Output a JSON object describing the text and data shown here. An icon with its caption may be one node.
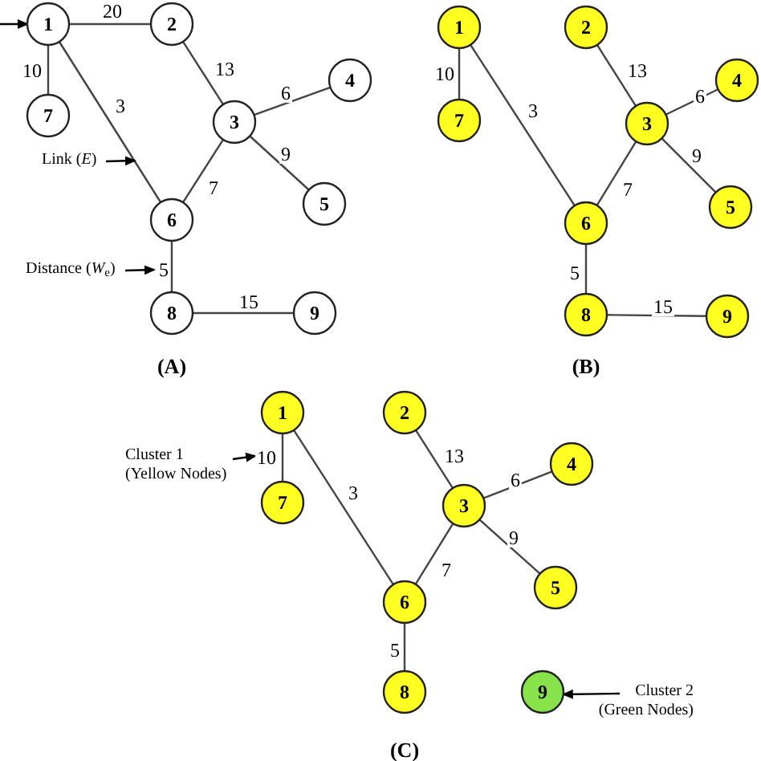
{
  "diagram": {
    "nodes": [
      {
        "text": [
          "1"
        ]
      },
      {
        "text": [
          "2"
        ]
      },
      {
        "text": [
          "3"
        ]
      },
      {
        "text": [
          "4"
        ]
      },
      {
        "text": [
          "5"
        ]
      },
      {
        "text": [
          "6"
        ]
      },
      {
        "text": [
          "7"
        ]
      },
      {
        "text": [
          "8"
        ]
      },
      {
        "text": [
          "9"
        ]
      },
      {
        "text": [
          "Link (*E*)"
        ]
      },
      {
        "text": [
          "Distance (*W*$_{e}$)"
        ]
      },
      {
        "text": [
          "1"
        ]
      },
      {
        "text": [
          "2"
        ]
      },
      {
        "text": [
          "3"
        ]
      },
      {
        "text": [
          "4"
        ]
      },
      {
        "text": [
          "5"
        ]
      },
      {
        "text": [
          "6"
        ]
      },
      {
        "text": [
          "7"
        ]
      },
      {
        "text": [
          "8"
        ]
      },
      {
        "text": [
          "9"
        ]
      },
      {
        "text": [
          "1"
        ]
      },
      {
        "text": [
          "2"
        ]
      },
      {
        "text": [
          "3"
        ]
      },
      {
        "text": [
          "4"
        ]
      },
      {
        "text": [
          "5"
        ]
      },
      {
        "text": [
          "6"
        ]
      },
      {
        "text": [
          "7"
        ]
      },
      {
        "text": [
          "8"
        ]
      },
      {
        "text": [
          "9"
        ]
      },
      {
        "text": [
          "Cluster 1 (Yellow Nodes)"
        ]
      },
      {
        "text": [
          "Cluster 2 (Green Nodes)"
        ]
      }
    ],
    "edges": [
      {
        "from": null,
        "to": 0,
        "arrow": "to"
      },
      {
        "from": 0,
        "to": 1,
        "arrow": "none",
        "label": "20"
      },
      {
        "from": 0,
        "to": 6,
        "arrow": "none",
        "label": "10"
      },
      {
        "from": 0,
        "to": 5,
        "arrow": "none",
        "label": "3"
      },
      {
        "from": 1,
        "to": 2,
        "arrow": "none",
        "label": "13"
      },
      {
        "from": 2,
        "to": 3,
        "arrow": "none",
        "label": "6"
      },
      {
        "from": 2,
        "to": 4,
        "arrow": "none",
        "label": "9"
      },
      {
        "from": 2,
        "to": 5,
        "arrow": "none",
        "label": "7"
      },
      {
        "from": 5,
        "to": 7,
        "arrow": "none",
        "label": "5"
      },
      {
        "from": 7,
        "to": 8,
        "arrow": "none",
        "label": "15"
      },
      {
        "from": 9,
        "to": null,
        "arrow": "to"
      },
      {
        "from": 10,
        "to": null,
        "arrow": "to"
      },
      {
        "from": 11,
        "to": 17,
        "arrow": "none",
        "label": "10"
      },
      {
        "from": 11,
        "to": 16,
        "arrow": "none",
        "label": "3"
      },
      {
        "from": 12,
        "to": 13,
        "arrow": "none",
        "label": "13"
      },
      {
        "from": 13,
        "to": 14,
        "arrow": "none",
        "label": "6"
      },
      {
        "from": 13,
        "to": 15,
        "arrow": "none",
        "label": "9"
      },
      {
        "from": 13,
        "to": 16,
        "arrow": "none",
        "label": "7"
      },
      {
        "from": 16,
        "to": 18,
        "arrow": "none",
        "label": "5"
      },
      {
        "from": 18,
        "to": 19,
        "arrow": "none",
        "label": "15"
      },
      {
        "from": 20,
        "to": 26,
        "arrow": "none",
        "label": "10"
      },
      {
        "from": 20,
        "to": 25,
        "arrow": "none",
        "label": "3"
      },
      {
        "from": 21,
        "to": 22,
        "arrow": "none",
        "label": "13"
      },
      {
        "from": 22,
        "to": 23,
        "arrow": "none",
        "label": "6"
      },
      {
        "from": 22,
        "to": 24,
        "arrow": "none",
        "label": "9"
      },
      {
        "from": 22,
        "to": 25,
        "arrow": "none",
        "label": "7"
      },
      {
        "from": 25,
        "to": 27,
        "arrow": "none",
        "label": "5"
      },
      {
        "from": 29,
        "to": null,
        "arrow": "to"
      },
      {
        "from": 30,
        "to": 28,
        "arrow": "to"
      }
    ],
    "labels": [
      "(A)",
      "(B)",
      "(C)"
    ]
  }
}
